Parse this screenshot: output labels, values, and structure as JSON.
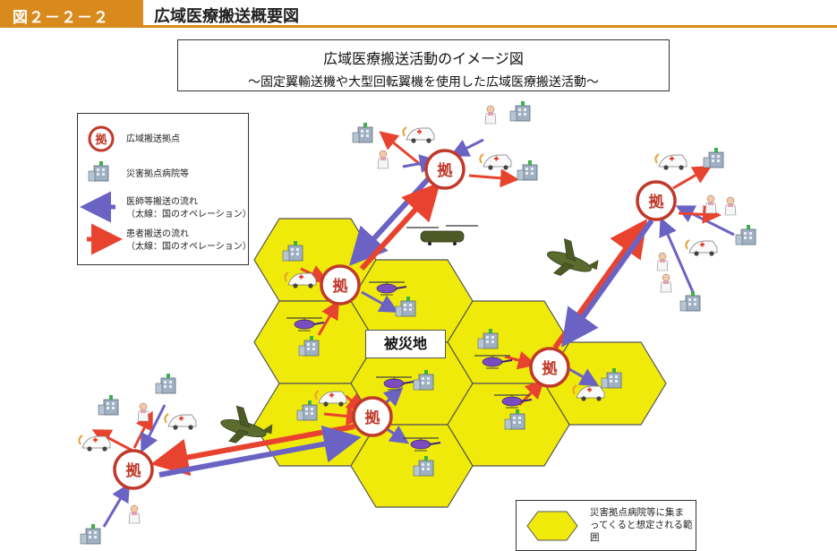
{
  "header": {
    "figure_number": "図２－２－２",
    "title": "広域医療搬送概要図"
  },
  "diagram_title": {
    "line1": "広域医療搬送活動のイメージ図",
    "line2": "～固定翼輸送機や大型回転翼機を使用した広域医療搬送活動～"
  },
  "legend": {
    "hub_symbol": "拠",
    "hub_label": "広域搬送拠点",
    "hospital_label": "災害拠点病院等",
    "staff_flow_line1": "医師等搬送の流れ",
    "staff_flow_line2": "（太線：国のオペレーション）",
    "patient_flow_line1": "患者搬送の流れ",
    "patient_flow_line2": "（太線：国のオペレーション）"
  },
  "disaster_area_label": "被災地",
  "area_legend_text": "災害拠点病院等に集まってくると想定される範囲",
  "colors": {
    "header_orange": "#d98a1c",
    "hexagon_fill": "#f0ea0a",
    "hub_ring": "#c0392b",
    "staff_arrow": "#6b63c4",
    "patient_arrow": "#e8432f"
  }
}
